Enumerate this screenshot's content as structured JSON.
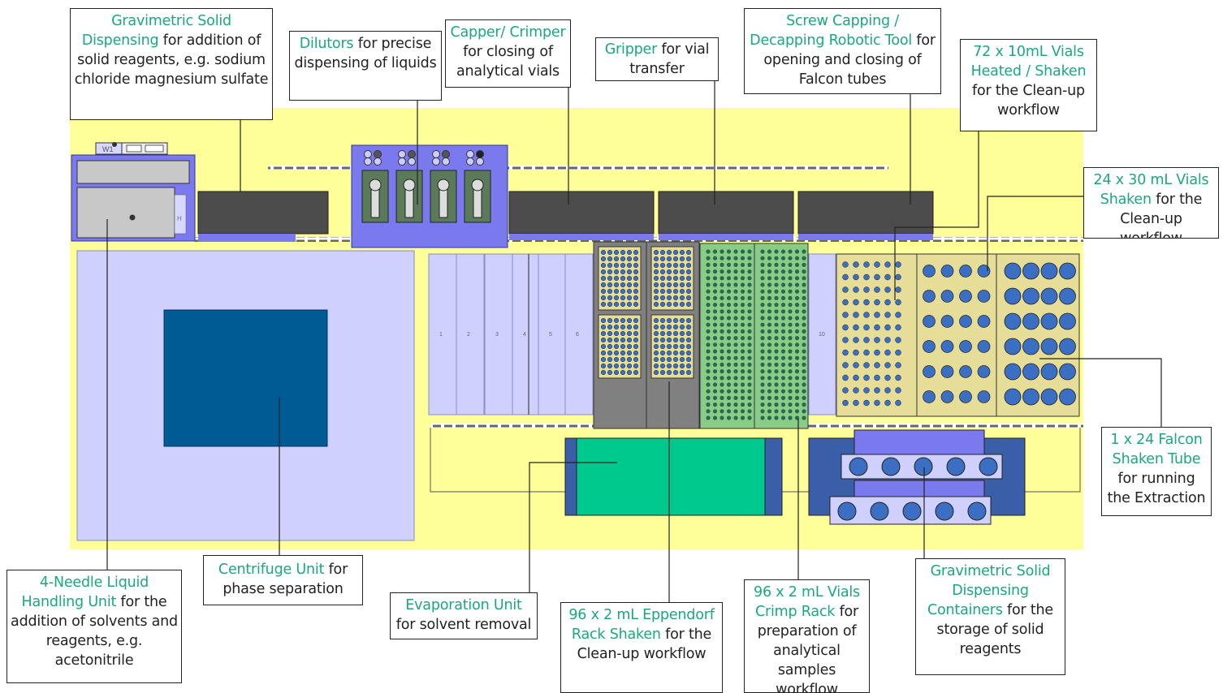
{
  "colors": {
    "deck": "#ffff99",
    "rail": "#555555",
    "frame": "#d0d0ff",
    "centrifuge": "#005a94",
    "tray_dark": "#4c4c4c",
    "module_blue": "#7a7aee",
    "rack_green": "#88cc88",
    "rack_tan": "#e6dd99",
    "vial_blue": "#3a6fc4",
    "evap_green": "#00c98e",
    "accent_text": "#1aa87e"
  },
  "labels": {
    "grav_top": {
      "highlight": "Gravimetric Solid Dispensing",
      "rest": " for addition of solid reagents, e.g. sodium chloride magnesium sulfate"
    },
    "dilutors": {
      "highlight": "Dilutors",
      "rest": " for precise dispensing of liquids"
    },
    "capper": {
      "highlight": "Capper/ Crimper",
      "rest": " for closing of analytical vials"
    },
    "gripper": {
      "highlight": "Gripper",
      "rest": " for vial transfer"
    },
    "screw": {
      "highlight": "Screw Capping / Decapping Robotic Tool",
      "rest": " for opening and closing of Falcon tubes"
    },
    "vials72": {
      "highlight": "72 x 10mL Vials Heated / Shaken",
      "rest": " for the Clean-up workflow"
    },
    "vials24": {
      "highlight": "24 x 30 mL Vials Shaken",
      "rest": " for the Clean-up workflow"
    },
    "falcon": {
      "highlight": "1 x 24 Falcon Shaken Tube",
      "rest": " for running the Extraction"
    },
    "needle": {
      "highlight": "4-Needle Liquid Handling Unit",
      "rest": " for the addition of solvents and reagents, e.g. acetonitrile"
    },
    "centrifuge": {
      "highlight": "Centrifuge Unit",
      "rest": " for phase separation"
    },
    "evaporation": {
      "highlight": "Evaporation Unit",
      "rest": " for solvent removal"
    },
    "eppendorf": {
      "highlight": "96 x 2 mL Eppendorf Rack Shaken",
      "rest": " for the Clean-up workflow"
    },
    "crimp": {
      "highlight": "96 x 2 mL Vials Crimp Rack",
      "rest": " for preparation of analytical samples workflow"
    },
    "grav_containers": {
      "highlight": "Gravimetric Solid Dispensing Containers",
      "rest": " for the storage of solid reagents"
    }
  },
  "slot_numbers": [
    "1",
    "2",
    "3",
    "4",
    "5",
    "6",
    "10"
  ],
  "device_tag": "W1",
  "side_tag": "H"
}
